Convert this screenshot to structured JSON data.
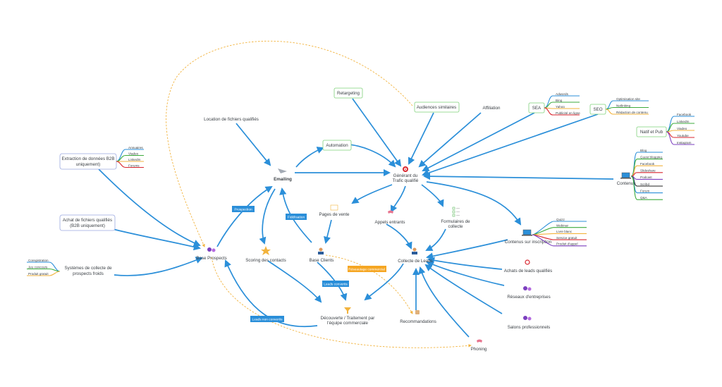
{
  "colors": {
    "arrow": "#2b8fd9",
    "dashed": "#f2b33d",
    "box_border_green": "#7fd17a",
    "box_border_blue": "#9aa7e0",
    "tag_blue": "#2b8fd9",
    "tag_orange": "#f5a623",
    "branch_colors": [
      "#2b8fd9",
      "#3cab3c",
      "#f2b33d",
      "#d9262f",
      "#7b3fbf",
      "#222222"
    ]
  },
  "central": {
    "label_line1": "Générant du",
    "label_line2": "Trafic qualifié",
    "icon": "target-icon"
  },
  "nodes": {
    "retargeting": "Retargeting",
    "audiences": "Audiences similaires",
    "affiliation": "Affiliation",
    "sea": "SEA",
    "seo": "SEO",
    "natif": "Natif et Pub",
    "contenus": "Contenus",
    "location": "Location de fichiers qualifiés",
    "automation": "Automation",
    "emailing": "Emailing",
    "extraction_line1": "Extraction de données B2B",
    "extraction_line2": "uniquement)",
    "achat_line1": "Achat de fichiers qualifiés",
    "achat_line2": "(B2B uniquement)",
    "systemes_line1": "Systèmes de collecte de",
    "systemes_line2": "prospects froids",
    "base_prospects": "Base Prospects",
    "scoring": "Scoring des contacts",
    "base_clients": "Base Clients",
    "pages_vente": "Pages de vente",
    "appels": "Appels entrants",
    "formulaires_line1": "Formulaires de",
    "formulaires_line2": "collecte",
    "collecte_leads": "Collecte de Leads",
    "contenus_inscription": "Contenus sur inscription",
    "achats_leads": "Achats de leads qualifiés",
    "reseaux": "Réseaux d'entreprises",
    "salons": "Salons professionnels",
    "phoning": "Phoning",
    "recommandations": "Recommandations",
    "decouverte_line1": "Découverte / Traitement par",
    "decouverte_line2": "l'équipe commerciale"
  },
  "tags": {
    "prospection": "Prospection",
    "fidelisation": "Fidélisation",
    "leads_convertis": "Leads convertis",
    "leads_non_convertis": "Leads non convertis",
    "reseautage": "Réseautage commercial"
  },
  "branches": {
    "extraction": [
      "Annuaires",
      "Viadeo",
      "LinkedIn",
      "Forums"
    ],
    "systemes": [
      "Coregistration",
      "Jeu concours",
      "Produit gratuit"
    ],
    "sea": [
      "Adwords",
      "Bing",
      "Yahoo",
      "Publicité en ligne"
    ],
    "seo": [
      "Optimisation site",
      "Netlinking",
      "Rédaction de contenu"
    ],
    "natif": [
      "Facebook",
      "LinkedIn",
      "Viadeo",
      "Youtube",
      "Instagram"
    ],
    "contenus": [
      "Blog",
      "Guest blogging",
      "Facebook",
      "Slideshare",
      "Podcast",
      "Scribd",
      "Forum",
      "Q&A"
    ],
    "inscription": [
      "Quizz",
      "Webinar",
      "Livre blanc",
      "Service gratuit",
      "Produit d'appel"
    ]
  }
}
